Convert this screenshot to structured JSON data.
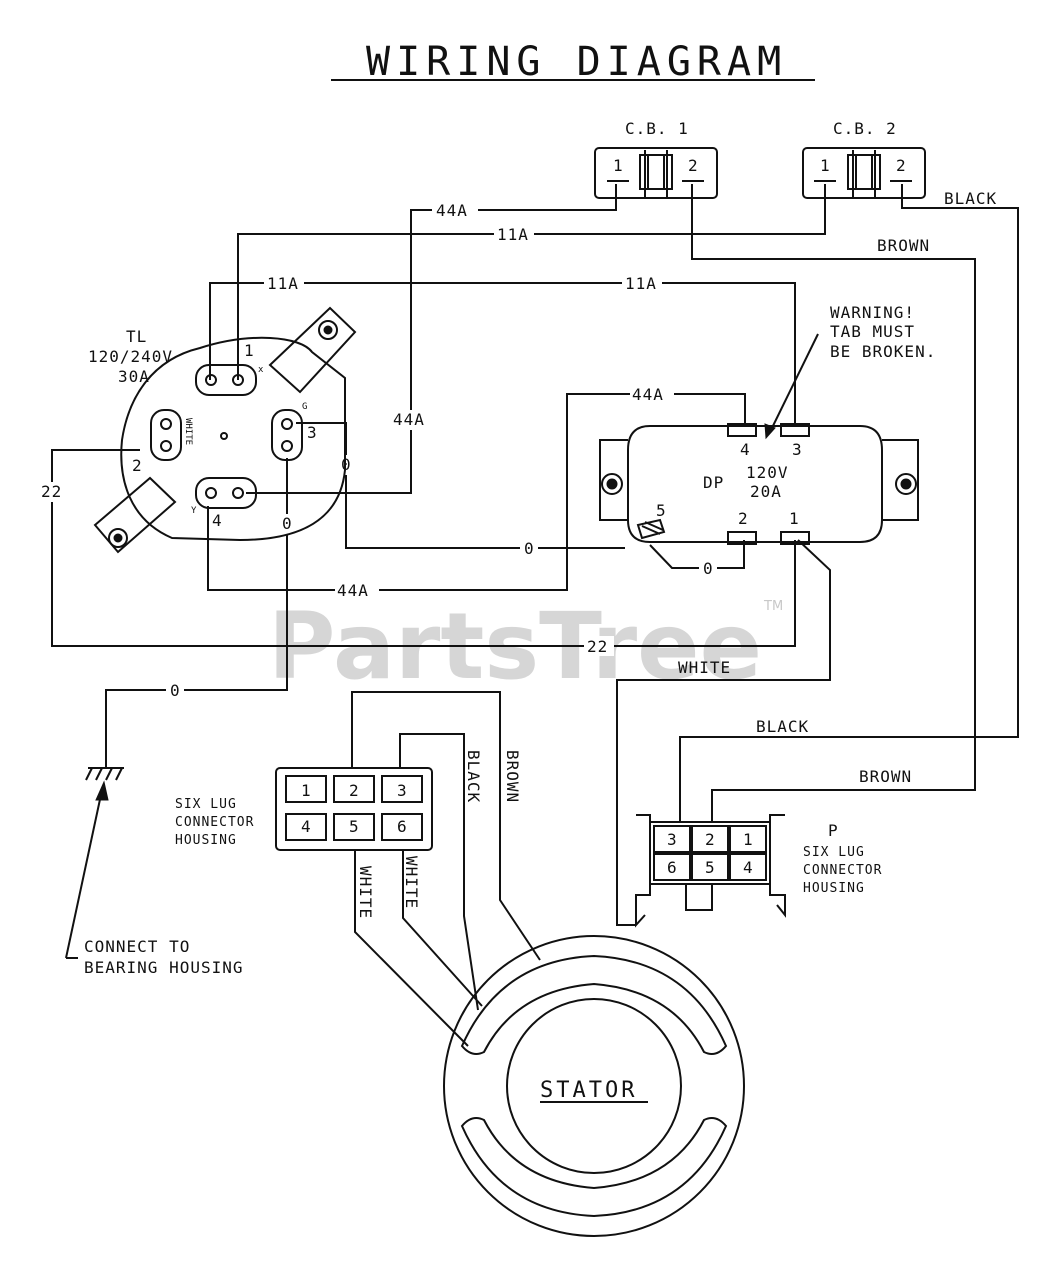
{
  "title": "WIRING DIAGRAM",
  "watermark": "PartsTree",
  "watermark_tm": "TM",
  "breakers": {
    "cb1": {
      "label": "C.B. 1",
      "t1": "1",
      "t2": "2"
    },
    "cb2": {
      "label": "C.B. 2",
      "t1": "1",
      "t2": "2"
    }
  },
  "tl": {
    "name": "TL",
    "rating": "120/240V",
    "amps": "30A",
    "terminals": {
      "t1": "1",
      "t2": "2",
      "t3": "3",
      "t4": "4",
      "x": "x",
      "y": "Y",
      "g": "G",
      "white": "WHITE"
    }
  },
  "dp": {
    "name": "DP",
    "rating": "120V",
    "amps": "20A",
    "terminals": {
      "t1": "1",
      "t2": "2",
      "t3": "3",
      "t4": "4",
      "t5": "5"
    }
  },
  "warning": {
    "line1": "WARNING!",
    "line2": "TAB MUST",
    "line3": "BE BROKEN."
  },
  "wires": {
    "w44a_top": "44A",
    "w11a_top": "11A",
    "w11a_left": "11A",
    "w11a_right": "11A",
    "w44a_vertical": "44A",
    "w44a_dp": "44A",
    "w44a_bottom": "44A",
    "w0_tl": "0",
    "w0_tl_lower": "0",
    "w0_middle": "0",
    "w0_dp": "0",
    "w0_ground": "0",
    "w22_left": "22",
    "w22_bottom": "22",
    "black_cb2": "BLACK",
    "brown_cb1": "BROWN",
    "white_p": "WHITE",
    "black_p": "BLACK",
    "brown_p": "BROWN",
    "black_stator": "BLACK",
    "brown_stator": "BROWN",
    "white_stator_1": "WHITE",
    "white_stator_2": "WHITE"
  },
  "left_connector": {
    "label1": "SIX LUG",
    "label2": "CONNECTOR",
    "label3": "HOUSING",
    "pins": [
      "1",
      "2",
      "3",
      "4",
      "5",
      "6"
    ]
  },
  "p_connector": {
    "name": "P",
    "label1": "SIX LUG",
    "label2": "CONNECTOR",
    "label3": "HOUSING",
    "pins": [
      "3",
      "2",
      "1",
      "6",
      "5",
      "4"
    ]
  },
  "ground": {
    "line1": "CONNECT TO",
    "line2": "BEARING HOUSING"
  },
  "stator": "STATOR"
}
